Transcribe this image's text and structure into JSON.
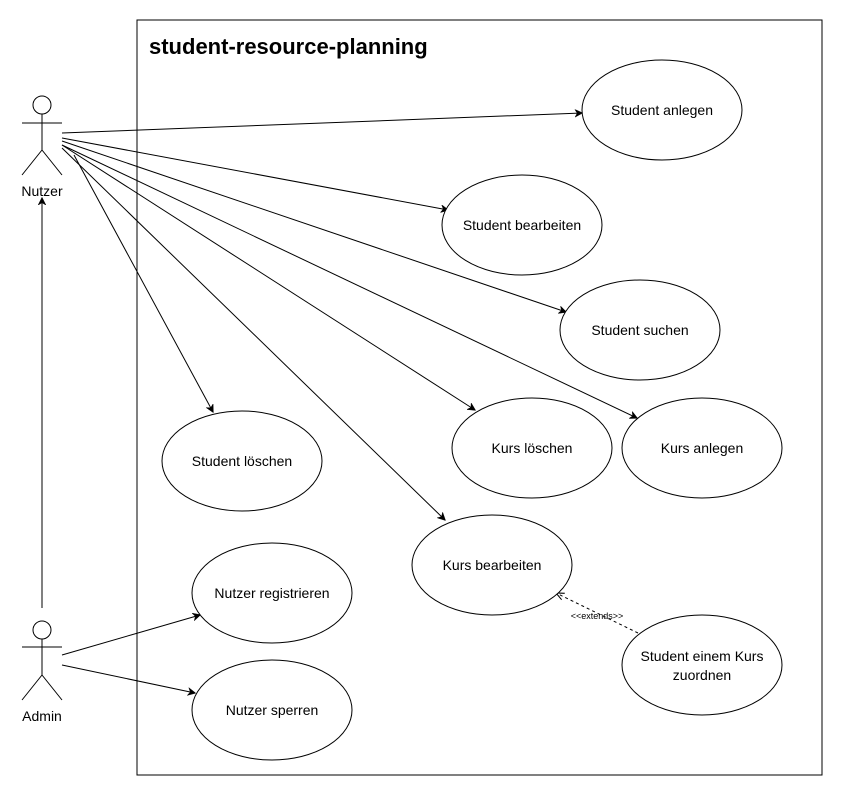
{
  "system": {
    "title": "student-resource-planning"
  },
  "actors": {
    "nutzer": "Nutzer",
    "admin": "Admin"
  },
  "use_cases": {
    "student_anlegen": "Student anlegen",
    "student_bearbeiten": "Student bearbeiten",
    "student_suchen": "Student suchen",
    "student_loeschen": "Student löschen",
    "kurs_loeschen": "Kurs löschen",
    "kurs_anlegen": "Kurs anlegen",
    "kurs_bearbeiten": "Kurs bearbeiten",
    "nutzer_registrieren": "Nutzer registrieren",
    "nutzer_sperren": "Nutzer sperren",
    "student_zuordnen_line1": "Student einem Kurs",
    "student_zuordnen_line2": "zuordnen"
  },
  "relations": {
    "extends_label": "<<extends>>"
  }
}
